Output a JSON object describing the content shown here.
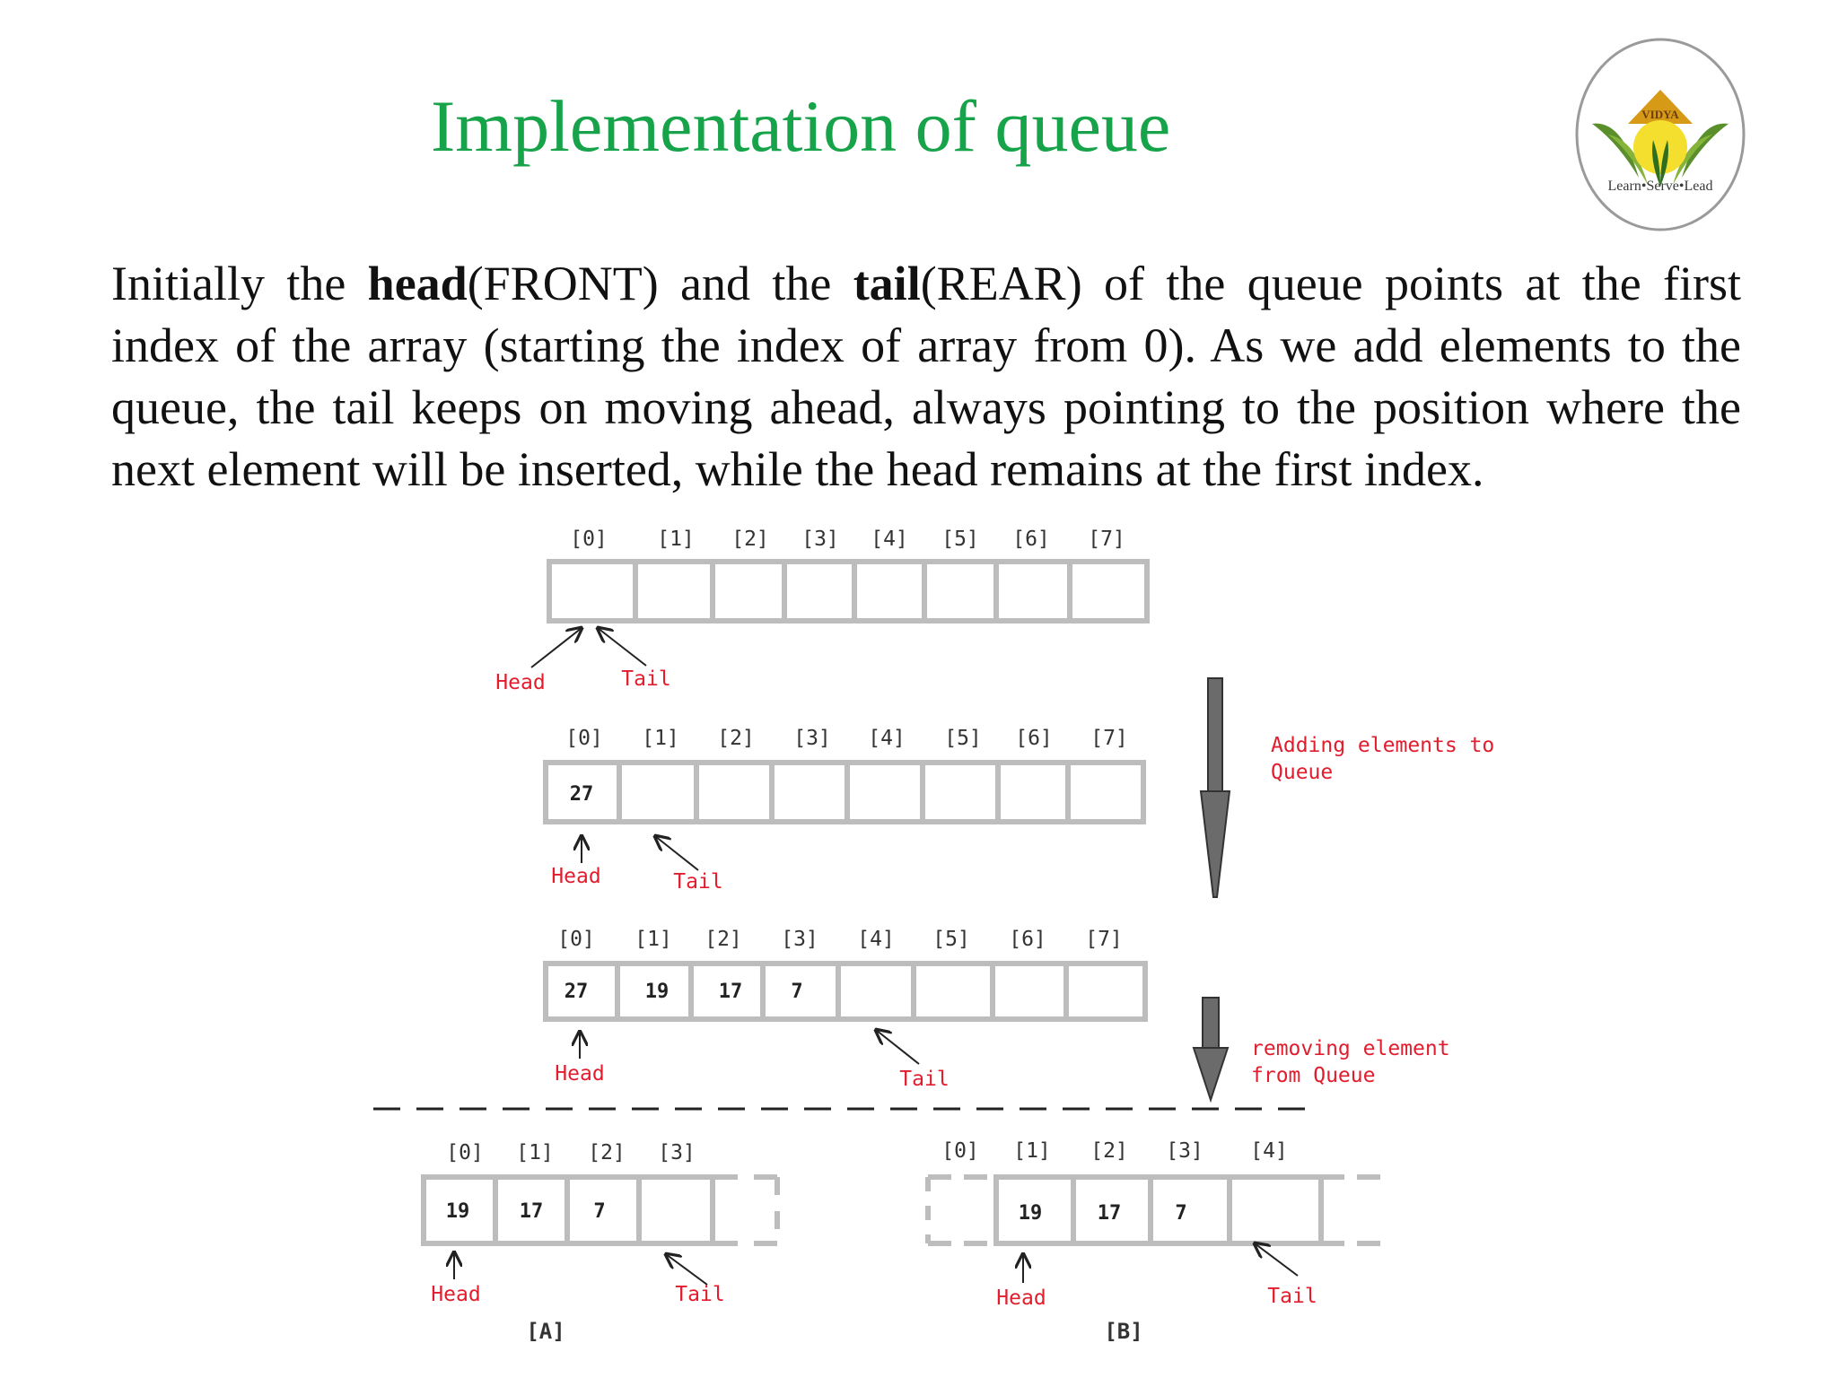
{
  "slide": {
    "title": "Implementation of queue",
    "paragraph": {
      "p1": "Initially the ",
      "head_word": "head",
      "p2": "(FRONT) and the ",
      "tail_word": "tail",
      "p3": "(REAR) of the queue points at the first index of the array (starting the index of array from 0). As we add elements to the queue, the tail keeps on moving ahead, always pointing to the position where the next element will be inserted, while the head remains at the first index."
    }
  },
  "logo": {
    "badge": "VIDYA",
    "tagline": "Learn•Serve•Lead"
  },
  "diagram": {
    "step1": {
      "indices": [
        "[0]",
        "[1]",
        "[2]",
        "[3]",
        "[4]",
        "[5]",
        "[6]",
        "[7]"
      ],
      "values": [
        "",
        "",
        "",
        "",
        "",
        "",
        "",
        ""
      ],
      "head": "Head",
      "tail": "Tail"
    },
    "step2": {
      "indices": [
        "[0]",
        "[1]",
        "[2]",
        "[3]",
        "[4]",
        "[5]",
        "[6]",
        "[7]"
      ],
      "values": [
        "27",
        "",
        "",
        "",
        "",
        "",
        "",
        ""
      ],
      "head": "Head",
      "tail": "Tail"
    },
    "step3": {
      "indices": [
        "[0]",
        "[1]",
        "[2]",
        "[3]",
        "[4]",
        "[5]",
        "[6]",
        "[7]"
      ],
      "values": [
        "27",
        "19",
        "17",
        "7",
        "",
        "",
        "",
        ""
      ],
      "head": "Head",
      "tail": "Tail"
    },
    "stepA": {
      "indices": [
        "[0]",
        "[1]",
        "[2]",
        "[3]"
      ],
      "values": [
        "19",
        "17",
        "7",
        ""
      ],
      "head": "Head",
      "tail": "Tail",
      "caption": "[A]"
    },
    "stepB": {
      "indices": [
        "[0]",
        "[1]",
        "[2]",
        "[3]",
        "[4]"
      ],
      "values": [
        "19",
        "17",
        "7",
        ""
      ],
      "head": "Head",
      "tail": "Tail",
      "caption": "[B]"
    },
    "adding_note_l1": "Adding elements to",
    "adding_note_l2": "Queue",
    "removing_note_l1": "removing element",
    "removing_note_l2": "from Queue"
  },
  "colors": {
    "title": "#16a34a",
    "label_red": "#e11d2e",
    "cell_border": "#bdbdbd",
    "arrow_gray": "#6b6b6b"
  }
}
